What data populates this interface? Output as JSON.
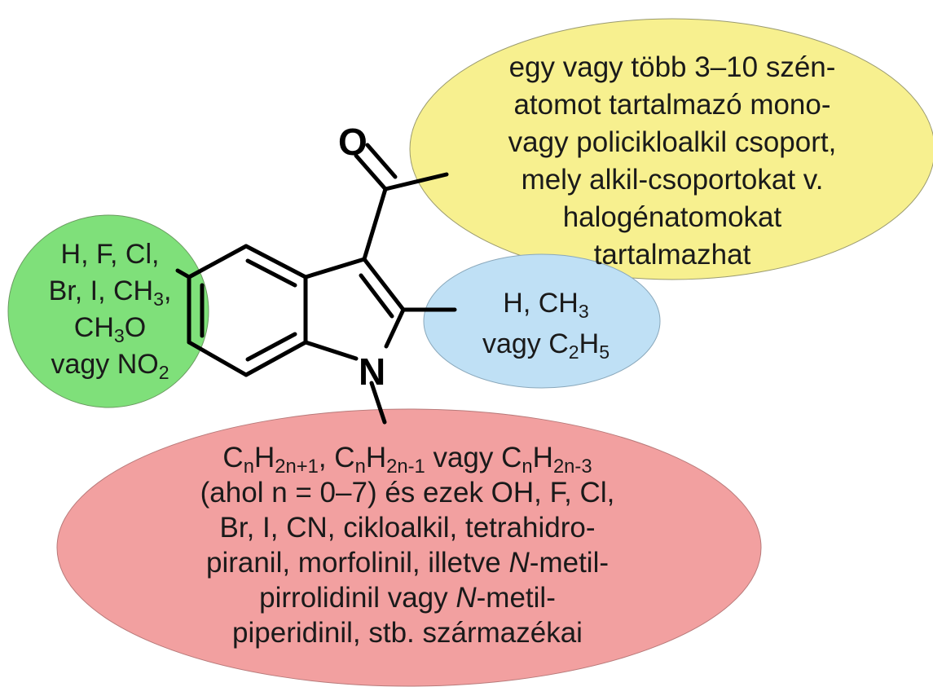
{
  "bubbles": {
    "yellow": {
      "color": "#f7f08f",
      "lines": [
        "egy vagy több 3–10 szén-",
        "atomot tartalmazó mono-",
        "vagy policikloalkil csoport,",
        "mely alkil-csoportokat v.",
        "halogénatomokat",
        "tartalmazhat"
      ]
    },
    "green": {
      "color": "#7fe07a",
      "line1": "H, F, Cl,",
      "line2_pre": "Br, I, CH",
      "line2_sub": "3",
      "line2_post": ",",
      "line3_pre": "CH",
      "line3_sub": "3",
      "line3_post": "O",
      "line4_pre": "vagy NO",
      "line4_sub": "2"
    },
    "blue": {
      "color": "#bfe0f5",
      "line1_pre": "H, CH",
      "line1_sub": "3",
      "line2_pre": "vagy C",
      "line2_sub1": "2",
      "line2_mid": "H",
      "line2_sub2": "5"
    },
    "red": {
      "color": "#f2a0a0",
      "formula": {
        "c1": "C",
        "n1": "n",
        "h1": "H",
        "s1": "2n+1",
        "sep1": ", ",
        "c2": "C",
        "n2": "n",
        "h2": "H",
        "s2": "2n-1",
        "sep2": " vagy ",
        "c3": "C",
        "n3": "n",
        "h3": "H",
        "s3": "2n-3"
      },
      "line2": "(ahol n = 0–7) és ezek OH, F, Cl,",
      "line3": "Br, I, CN, cikloalkil, tetrahidro-",
      "line4_pre": "piranil, morfolinil, illetve ",
      "line4_ital": "N",
      "line4_post": "-metil-",
      "line5_pre": "pirrolidinil vagy ",
      "line5_ital": "N",
      "line5_post": "-metil-",
      "line6": "piperidinil, stb. származékai"
    }
  },
  "atoms": {
    "oxygen": "O",
    "nitrogen": "N"
  },
  "colors": {
    "bond": "#000000",
    "outline": "#555555"
  }
}
